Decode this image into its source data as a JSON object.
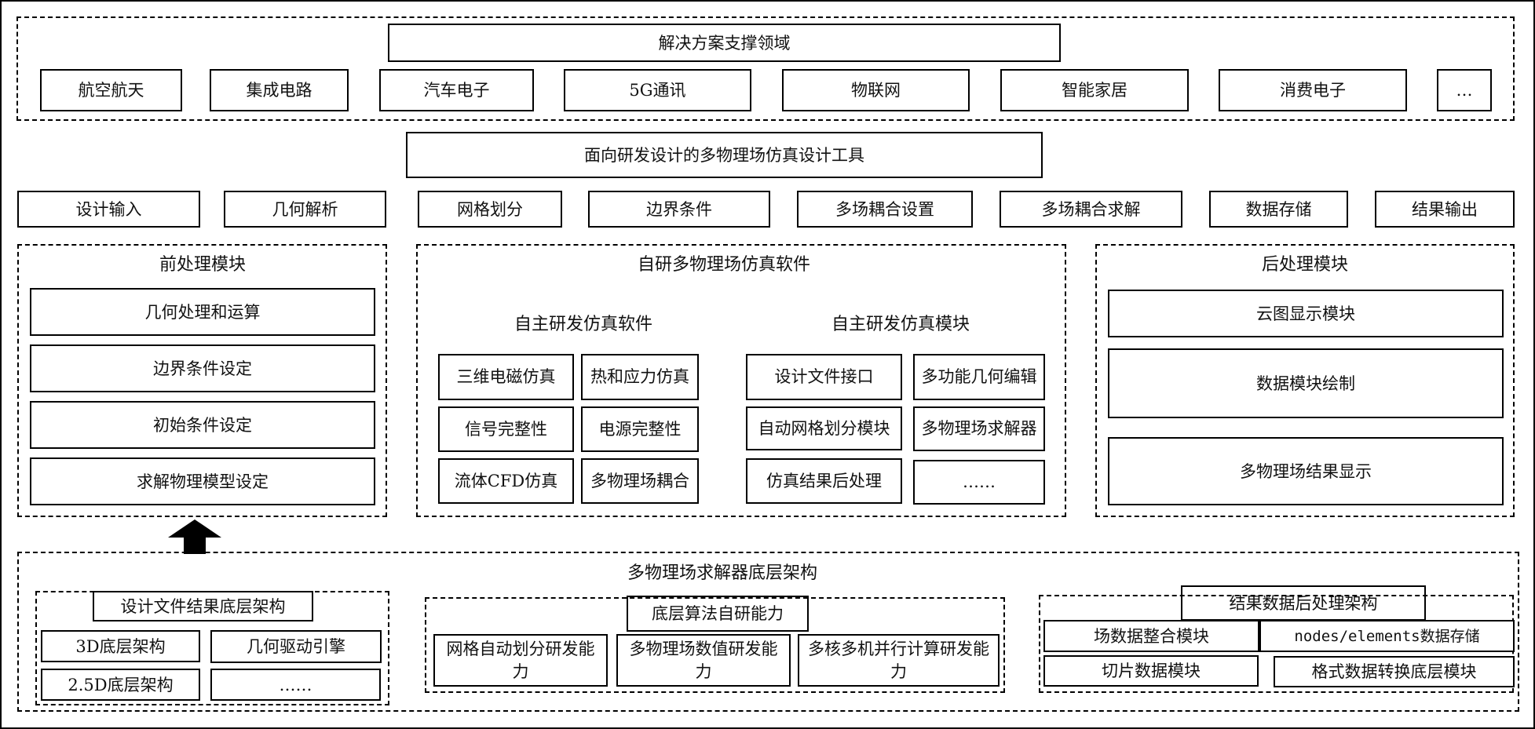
{
  "solution_domains": {
    "title": "解决方案支撑领域",
    "items": [
      "航空航天",
      "集成电路",
      "汽车电子",
      "5G通讯",
      "物联网",
      "智能家居",
      "消费电子",
      "…"
    ]
  },
  "tool": {
    "title": "面向研发设计的多物理场仿真设计工具",
    "steps": [
      "设计输入",
      "几何解析",
      "网格划分",
      "边界条件",
      "多场耦合设置",
      "多场耦合求解",
      "数据存储",
      "结果输出"
    ]
  },
  "preprocessing": {
    "title": "前处理模块",
    "items": [
      "几何处理和运算",
      "边界条件设定",
      "初始条件设定",
      "求解物理模型设定"
    ]
  },
  "software": {
    "title": "自研多物理场仿真软件",
    "left": {
      "title": "自主研发仿真软件",
      "items": [
        "三维电磁仿真",
        "热和应力仿真",
        "信号完整性",
        "电源完整性",
        "流体CFD仿真",
        "多物理场耦合"
      ]
    },
    "right": {
      "title": "自主研发仿真模块",
      "items": [
        "设计文件接口",
        "多功能几何编辑",
        "自动网格划分模块",
        "多物理场求解器",
        "仿真结果后处理",
        "……"
      ]
    }
  },
  "postprocessing": {
    "title": "后处理模块",
    "items": [
      "云图显示模块",
      "数据模块绘制",
      "多物理场结果显示"
    ]
  },
  "solver_base": {
    "title": "多物理场求解器底层架构",
    "design_file": {
      "title": "设计文件结果底层架构",
      "items": [
        "3D底层架构",
        "几何驱动引擎",
        "2.5D底层架构",
        "……"
      ]
    },
    "algorithm": {
      "title": "底层算法自研能力",
      "items": [
        "网格自动划分研发能力",
        "多物理场数值研发能力",
        "多核多机并行计算研发能力"
      ]
    },
    "result_data": {
      "title": "结果数据后处理架构",
      "items": [
        "场数据整合模块",
        "nodes/elements数据存储",
        "切片数据模块",
        "格式数据转换底层模块"
      ]
    }
  },
  "arrow": {
    "direction": "up",
    "icon": "arrow-up-icon"
  }
}
